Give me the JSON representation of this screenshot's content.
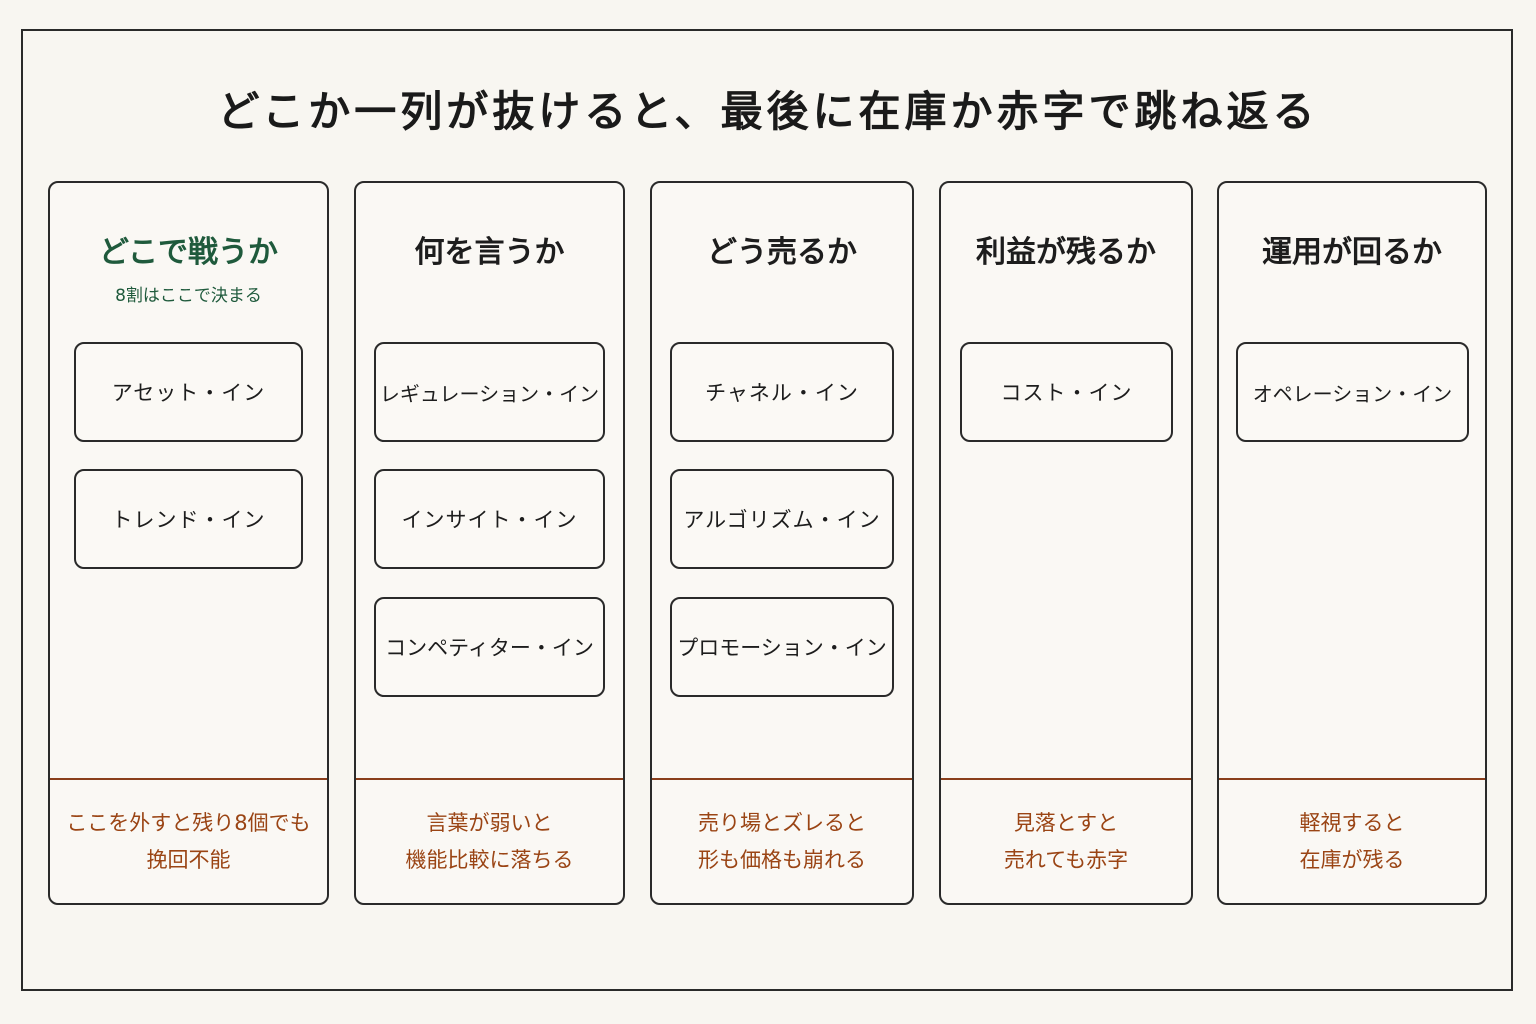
{
  "title": "どこか一列が抜けると、最後に在庫か赤字で跳ね返る",
  "columns": [
    {
      "heading": "どこで戦うか",
      "subheading": "8割はここで決まる",
      "items": [
        "アセット・イン",
        "トレンド・イン"
      ],
      "note_lines": [
        "ここを外すと残り8個でも",
        "挽回不能"
      ]
    },
    {
      "heading": "何を言うか",
      "items": [
        "レギュレーション・イン",
        "インサイト・イン",
        "コンペティター・イン"
      ],
      "note_lines": [
        "言葉が弱いと",
        "機能比較に落ちる"
      ]
    },
    {
      "heading": "どう売るか",
      "items": [
        "チャネル・イン",
        "アルゴリズム・イン",
        "プロモーション・イン"
      ],
      "note_lines": [
        "売り場とズレると",
        "形も価格も崩れる"
      ]
    },
    {
      "heading": "利益が残るか",
      "items": [
        "コスト・イン"
      ],
      "note_lines": [
        "見落とすと",
        "売れても赤字"
      ]
    },
    {
      "heading": "運用が回るか",
      "items": [
        "オペレーション・イン"
      ],
      "note_lines": [
        "軽視すると",
        "在庫が残る"
      ]
    }
  ],
  "colors": {
    "accent_green": "#1f5a3c",
    "warning_brown": "#9a4414",
    "border": "#2a2a2a",
    "background": "#f8f6f1"
  }
}
